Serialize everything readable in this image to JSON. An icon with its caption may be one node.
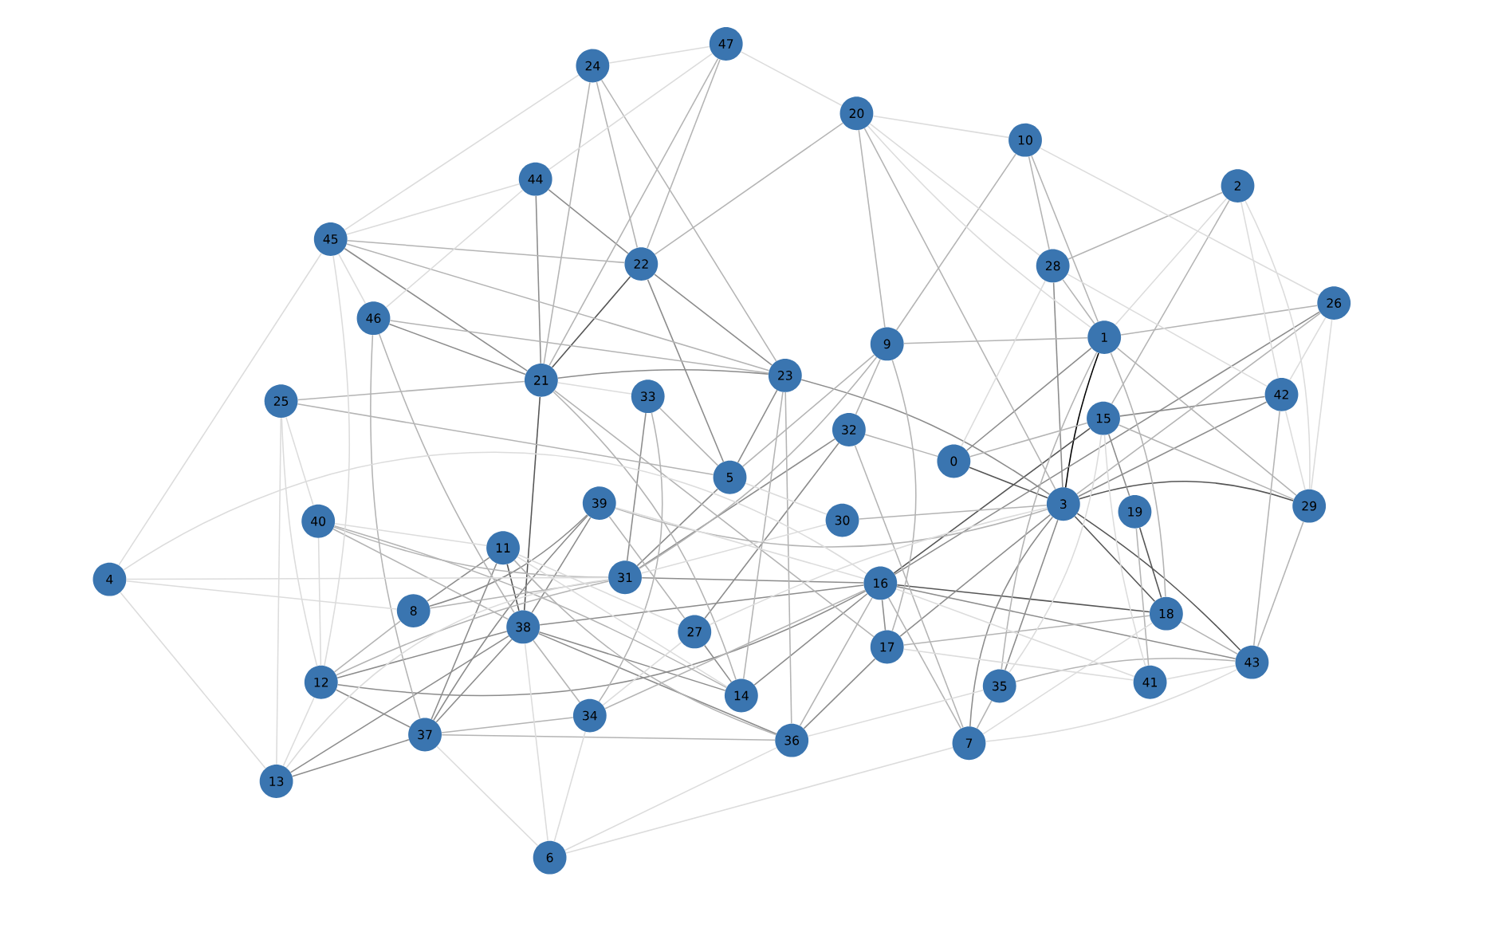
{
  "diagram": {
    "nodes": [
      {
        "text": [
          "0"
        ]
      },
      {
        "text": [
          "1"
        ]
      },
      {
        "text": [
          "2"
        ]
      },
      {
        "text": [
          "3"
        ]
      },
      {
        "text": [
          "4"
        ]
      },
      {
        "text": [
          "5"
        ]
      },
      {
        "text": [
          "6"
        ]
      },
      {
        "text": [
          "7"
        ]
      },
      {
        "text": [
          "8"
        ]
      },
      {
        "text": [
          "9"
        ]
      },
      {
        "text": [
          "10"
        ]
      },
      {
        "text": [
          "11"
        ]
      },
      {
        "text": [
          "12"
        ]
      },
      {
        "text": [
          "13"
        ]
      },
      {
        "text": [
          "14"
        ]
      },
      {
        "text": [
          "15"
        ]
      },
      {
        "text": [
          "16"
        ]
      },
      {
        "text": [
          "17"
        ]
      },
      {
        "text": [
          "18"
        ]
      },
      {
        "text": [
          "19"
        ]
      },
      {
        "text": [
          "20"
        ]
      },
      {
        "text": [
          "21"
        ]
      },
      {
        "text": [
          "22"
        ]
      },
      {
        "text": [
          "23"
        ]
      },
      {
        "text": [
          "24"
        ]
      },
      {
        "text": [
          "25"
        ]
      },
      {
        "text": [
          "26"
        ]
      },
      {
        "text": [
          "27"
        ]
      },
      {
        "text": [
          "28"
        ]
      },
      {
        "text": [
          "29"
        ]
      },
      {
        "text": [
          "30"
        ]
      },
      {
        "text": [
          "31"
        ]
      },
      {
        "text": [
          "32"
        ]
      },
      {
        "text": [
          "33"
        ]
      },
      {
        "text": [
          "34"
        ]
      },
      {
        "text": [
          "35"
        ]
      },
      {
        "text": [
          "36"
        ]
      },
      {
        "text": [
          "37"
        ]
      },
      {
        "text": [
          "38"
        ]
      },
      {
        "text": [
          "39"
        ]
      },
      {
        "text": [
          "40"
        ]
      },
      {
        "text": [
          "41"
        ]
      },
      {
        "text": [
          "42"
        ]
      },
      {
        "text": [
          "43"
        ]
      },
      {
        "text": [
          "44"
        ]
      },
      {
        "text": [
          "45"
        ]
      },
      {
        "text": [
          "46"
        ]
      },
      {
        "text": [
          "47"
        ]
      }
    ],
    "edges": [
      {
        "from": 1,
        "to": 3,
        "arrow": "none",
        "color": "#000000"
      },
      {
        "from": 3,
        "to": 29,
        "arrow": "none",
        "color": "#555555"
      },
      {
        "from": 0,
        "to": 3,
        "arrow": "none",
        "color": "#555555"
      },
      {
        "from": 16,
        "to": 18,
        "arrow": "none",
        "color": "#555555"
      },
      {
        "from": 15,
        "to": 16,
        "arrow": "none",
        "color": "#555555"
      },
      {
        "from": 3,
        "to": 18,
        "arrow": "none",
        "color": "#555555"
      },
      {
        "from": 21,
        "to": 22,
        "arrow": "none",
        "color": "#555555"
      },
      {
        "from": 21,
        "to": 38,
        "arrow": "none",
        "color": "#555555"
      },
      {
        "from": 11,
        "to": 38,
        "arrow": "none",
        "color": "#555555"
      },
      {
        "from": 3,
        "to": 43,
        "arrow": "none",
        "color": "#555555"
      },
      {
        "from": 19,
        "to": 18,
        "arrow": "none",
        "color": "#555555"
      },
      {
        "from": 22,
        "to": 23,
        "arrow": "none",
        "color": "#8c8c8c"
      },
      {
        "from": 21,
        "to": 23,
        "arrow": "none",
        "color": "#8c8c8c"
      },
      {
        "from": 23,
        "to": 3,
        "arrow": "none",
        "color": "#8c8c8c"
      },
      {
        "from": 44,
        "to": 22,
        "arrow": "none",
        "color": "#8c8c8c"
      },
      {
        "from": 46,
        "to": 21,
        "arrow": "none",
        "color": "#8c8c8c"
      },
      {
        "from": 45,
        "to": 21,
        "arrow": "none",
        "color": "#8c8c8c"
      },
      {
        "from": 12,
        "to": 38,
        "arrow": "none",
        "color": "#8c8c8c"
      },
      {
        "from": 37,
        "to": 38,
        "arrow": "none",
        "color": "#8c8c8c"
      },
      {
        "from": 37,
        "to": 11,
        "arrow": "none",
        "color": "#8c8c8c"
      },
      {
        "from": 8,
        "to": 39,
        "arrow": "none",
        "color": "#8c8c8c"
      },
      {
        "from": 37,
        "to": 39,
        "arrow": "none",
        "color": "#8c8c8c"
      },
      {
        "from": 38,
        "to": 39,
        "arrow": "none",
        "color": "#8c8c8c"
      },
      {
        "from": 31,
        "to": 5,
        "arrow": "none",
        "color": "#8c8c8c"
      },
      {
        "from": 31,
        "to": 32,
        "arrow": "none",
        "color": "#8c8c8c"
      },
      {
        "from": 31,
        "to": 16,
        "arrow": "none",
        "color": "#8c8c8c"
      },
      {
        "from": 16,
        "to": 26,
        "arrow": "none",
        "color": "#8c8c8c"
      },
      {
        "from": 14,
        "to": 38,
        "arrow": "none",
        "color": "#8c8c8c"
      },
      {
        "from": 36,
        "to": 38,
        "arrow": "none",
        "color": "#8c8c8c"
      },
      {
        "from": 16,
        "to": 17,
        "arrow": "none",
        "color": "#8c8c8c"
      },
      {
        "from": 17,
        "to": 3,
        "arrow": "none",
        "color": "#8c8c8c"
      },
      {
        "from": 7,
        "to": 3,
        "arrow": "none",
        "color": "#8c8c8c"
      },
      {
        "from": 35,
        "to": 3,
        "arrow": "none",
        "color": "#8c8c8c"
      },
      {
        "from": 14,
        "to": 16,
        "arrow": "none",
        "color": "#8c8c8c"
      },
      {
        "from": 36,
        "to": 17,
        "arrow": "none",
        "color": "#8c8c8c"
      },
      {
        "from": 27,
        "to": 32,
        "arrow": "none",
        "color": "#8c8c8c"
      },
      {
        "from": 12,
        "to": 16,
        "arrow": "none",
        "color": "#8c8c8c"
      },
      {
        "from": 28,
        "to": 3,
        "arrow": "none",
        "color": "#8c8c8c"
      },
      {
        "from": 1,
        "to": 0,
        "arrow": "none",
        "color": "#8c8c8c"
      },
      {
        "from": 15,
        "to": 42,
        "arrow": "none",
        "color": "#8c8c8c"
      },
      {
        "from": 15,
        "to": 19,
        "arrow": "none",
        "color": "#8c8c8c"
      },
      {
        "from": 3,
        "to": 42,
        "arrow": "none",
        "color": "#8c8c8c"
      },
      {
        "from": 16,
        "to": 43,
        "arrow": "none",
        "color": "#8c8c8c"
      },
      {
        "from": 8,
        "to": 11,
        "arrow": "none",
        "color": "#8c8c8c"
      },
      {
        "from": 13,
        "to": 37,
        "arrow": "none",
        "color": "#8c8c8c"
      },
      {
        "from": 38,
        "to": 16,
        "arrow": "none",
        "color": "#8c8c8c"
      },
      {
        "from": 33,
        "to": 31,
        "arrow": "none",
        "color": "#8c8c8c"
      },
      {
        "from": 27,
        "to": 14,
        "arrow": "none",
        "color": "#8c8c8c"
      },
      {
        "from": 5,
        "to": 23,
        "arrow": "none",
        "color": "#8c8c8c"
      },
      {
        "from": 22,
        "to": 5,
        "arrow": "none",
        "color": "#8c8c8c"
      },
      {
        "from": 44,
        "to": 21,
        "arrow": "none",
        "color": "#8c8c8c"
      },
      {
        "from": 37,
        "to": 12,
        "arrow": "none",
        "color": "#8c8c8c"
      },
      {
        "from": 13,
        "to": 38,
        "arrow": "none",
        "color": "#8c8c8c"
      },
      {
        "from": 45,
        "to": 22,
        "arrow": "none",
        "color": "#b4b4b4"
      },
      {
        "from": 45,
        "to": 23,
        "arrow": "none",
        "color": "#b4b4b4"
      },
      {
        "from": 46,
        "to": 23,
        "arrow": "none",
        "color": "#b4b4b4"
      },
      {
        "from": 25,
        "to": 21,
        "arrow": "none",
        "color": "#b4b4b4"
      },
      {
        "from": 24,
        "to": 21,
        "arrow": "none",
        "color": "#b4b4b4"
      },
      {
        "from": 24,
        "to": 22,
        "arrow": "none",
        "color": "#b4b4b4"
      },
      {
        "from": 24,
        "to": 23,
        "arrow": "none",
        "color": "#b4b4b4"
      },
      {
        "from": 47,
        "to": 22,
        "arrow": "none",
        "color": "#b4b4b4"
      },
      {
        "from": 47,
        "to": 21,
        "arrow": "none",
        "color": "#b4b4b4"
      },
      {
        "from": 20,
        "to": 22,
        "arrow": "none",
        "color": "#b4b4b4"
      },
      {
        "from": 20,
        "to": 9,
        "arrow": "none",
        "color": "#b4b4b4"
      },
      {
        "from": 20,
        "to": 3,
        "arrow": "none",
        "color": "#b4b4b4"
      },
      {
        "from": 10,
        "to": 9,
        "arrow": "none",
        "color": "#b4b4b4"
      },
      {
        "from": 10,
        "to": 28,
        "arrow": "none",
        "color": "#b4b4b4"
      },
      {
        "from": 10,
        "to": 1,
        "arrow": "none",
        "color": "#b4b4b4"
      },
      {
        "from": 2,
        "to": 15,
        "arrow": "none",
        "color": "#b4b4b4"
      },
      {
        "from": 2,
        "to": 28,
        "arrow": "none",
        "color": "#b4b4b4"
      },
      {
        "from": 26,
        "to": 1,
        "arrow": "none",
        "color": "#b4b4b4"
      },
      {
        "from": 26,
        "to": 3,
        "arrow": "none",
        "color": "#b4b4b4"
      },
      {
        "from": 28,
        "to": 1,
        "arrow": "none",
        "color": "#b4b4b4"
      },
      {
        "from": 9,
        "to": 1,
        "arrow": "none",
        "color": "#b4b4b4"
      },
      {
        "from": 9,
        "to": 5,
        "arrow": "none",
        "color": "#b4b4b4"
      },
      {
        "from": 9,
        "to": 31,
        "arrow": "none",
        "color": "#b4b4b4"
      },
      {
        "from": 9,
        "to": 17,
        "arrow": "none",
        "color": "#b4b4b4"
      },
      {
        "from": 0,
        "to": 15,
        "arrow": "none",
        "color": "#b4b4b4"
      },
      {
        "from": 40,
        "to": 38,
        "arrow": "none",
        "color": "#b4b4b4"
      },
      {
        "from": 40,
        "to": 31,
        "arrow": "none",
        "color": "#b4b4b4"
      },
      {
        "from": 40,
        "to": 14,
        "arrow": "none",
        "color": "#b4b4b4"
      },
      {
        "from": 25,
        "to": 5,
        "arrow": "none",
        "color": "#b4b4b4"
      },
      {
        "from": 46,
        "to": 37,
        "arrow": "none",
        "color": "#b4b4b4"
      },
      {
        "from": 46,
        "to": 38,
        "arrow": "none",
        "color": "#b4b4b4"
      },
      {
        "from": 11,
        "to": 36,
        "arrow": "none",
        "color": "#b4b4b4"
      },
      {
        "from": 39,
        "to": 27,
        "arrow": "none",
        "color": "#b4b4b4"
      },
      {
        "from": 39,
        "to": 3,
        "arrow": "none",
        "color": "#b4b4b4"
      },
      {
        "from": 8,
        "to": 31,
        "arrow": "none",
        "color": "#b4b4b4"
      },
      {
        "from": 12,
        "to": 31,
        "arrow": "none",
        "color": "#b4b4b4"
      },
      {
        "from": 34,
        "to": 38,
        "arrow": "none",
        "color": "#b4b4b4"
      },
      {
        "from": 34,
        "to": 33,
        "arrow": "none",
        "color": "#b4b4b4"
      },
      {
        "from": 34,
        "to": 16,
        "arrow": "none",
        "color": "#b4b4b4"
      },
      {
        "from": 37,
        "to": 36,
        "arrow": "none",
        "color": "#b4b4b4"
      },
      {
        "from": 37,
        "to": 34,
        "arrow": "none",
        "color": "#b4b4b4"
      },
      {
        "from": 36,
        "to": 16,
        "arrow": "none",
        "color": "#b4b4b4"
      },
      {
        "from": 7,
        "to": 35,
        "arrow": "none",
        "color": "#b4b4b4"
      },
      {
        "from": 7,
        "to": 16,
        "arrow": "none",
        "color": "#b4b4b4"
      },
      {
        "from": 35,
        "to": 43,
        "arrow": "none",
        "color": "#b4b4b4"
      },
      {
        "from": 41,
        "to": 19,
        "arrow": "none",
        "color": "#b4b4b4"
      },
      {
        "from": 18,
        "to": 43,
        "arrow": "none",
        "color": "#b4b4b4"
      },
      {
        "from": 42,
        "to": 43,
        "arrow": "none",
        "color": "#b4b4b4"
      },
      {
        "from": 29,
        "to": 43,
        "arrow": "none",
        "color": "#b4b4b4"
      },
      {
        "from": 29,
        "to": 15,
        "arrow": "none",
        "color": "#b4b4b4"
      },
      {
        "from": 29,
        "to": 1,
        "arrow": "none",
        "color": "#b4b4b4"
      },
      {
        "from": 30,
        "to": 3,
        "arrow": "none",
        "color": "#b4b4b4"
      },
      {
        "from": 32,
        "to": 0,
        "arrow": "none",
        "color": "#b4b4b4"
      },
      {
        "from": 32,
        "to": 9,
        "arrow": "none",
        "color": "#b4b4b4"
      },
      {
        "from": 32,
        "to": 7,
        "arrow": "none",
        "color": "#b4b4b4"
      },
      {
        "from": 33,
        "to": 5,
        "arrow": "none",
        "color": "#b4b4b4"
      },
      {
        "from": 23,
        "to": 36,
        "arrow": "none",
        "color": "#b4b4b4"
      },
      {
        "from": 23,
        "to": 14,
        "arrow": "none",
        "color": "#b4b4b4"
      },
      {
        "from": 17,
        "to": 18,
        "arrow": "none",
        "color": "#b4b4b4"
      },
      {
        "from": 35,
        "to": 1,
        "arrow": "none",
        "color": "#b4b4b4"
      },
      {
        "from": 12,
        "to": 8,
        "arrow": "none",
        "color": "#b4b4b4"
      },
      {
        "from": 21,
        "to": 17,
        "arrow": "none",
        "color": "#b4b4b4"
      },
      {
        "from": 1,
        "to": 18,
        "arrow": "none",
        "color": "#b4b4b4"
      },
      {
        "from": 21,
        "to": 14,
        "arrow": "none",
        "color": "#b4b4b4"
      },
      {
        "from": 40,
        "to": 11,
        "arrow": "none"
      },
      {
        "from": 4,
        "to": 31,
        "arrow": "none"
      },
      {
        "from": 4,
        "to": 8,
        "arrow": "none"
      },
      {
        "from": 4,
        "to": 13,
        "arrow": "none"
      },
      {
        "from": 4,
        "to": 16,
        "arrow": "none"
      },
      {
        "from": 4,
        "to": 45,
        "arrow": "none"
      },
      {
        "from": 25,
        "to": 13,
        "arrow": "none"
      },
      {
        "from": 25,
        "to": 12,
        "arrow": "none"
      },
      {
        "from": 45,
        "to": 12,
        "arrow": "none"
      },
      {
        "from": 11,
        "to": 14,
        "arrow": "none"
      },
      {
        "from": 11,
        "to": 27,
        "arrow": "none"
      },
      {
        "from": 39,
        "to": 16,
        "arrow": "none"
      },
      {
        "from": 34,
        "to": 27,
        "arrow": "none"
      },
      {
        "from": 6,
        "to": 34,
        "arrow": "none"
      },
      {
        "from": 6,
        "to": 38,
        "arrow": "none"
      },
      {
        "from": 6,
        "to": 36,
        "arrow": "none"
      },
      {
        "from": 6,
        "to": 37,
        "arrow": "none"
      },
      {
        "from": 6,
        "to": 7,
        "arrow": "none"
      },
      {
        "from": 13,
        "to": 12,
        "arrow": "none"
      },
      {
        "from": 13,
        "to": 31,
        "arrow": "none"
      },
      {
        "from": 36,
        "to": 35,
        "arrow": "none"
      },
      {
        "from": 7,
        "to": 18,
        "arrow": "none"
      },
      {
        "from": 7,
        "to": 43,
        "arrow": "none"
      },
      {
        "from": 41,
        "to": 43,
        "arrow": "none"
      },
      {
        "from": 41,
        "to": 16,
        "arrow": "none"
      },
      {
        "from": 42,
        "to": 29,
        "arrow": "none"
      },
      {
        "from": 29,
        "to": 26,
        "arrow": "none"
      },
      {
        "from": 2,
        "to": 1,
        "arrow": "none"
      },
      {
        "from": 2,
        "to": 29,
        "arrow": "none"
      },
      {
        "from": 26,
        "to": 42,
        "arrow": "none"
      },
      {
        "from": 28,
        "to": 0,
        "arrow": "none"
      },
      {
        "from": 30,
        "to": 31,
        "arrow": "none"
      },
      {
        "from": 30,
        "to": 5,
        "arrow": "none"
      },
      {
        "from": 33,
        "to": 21,
        "arrow": "none"
      },
      {
        "from": 17,
        "to": 41,
        "arrow": "none"
      },
      {
        "from": 35,
        "to": 15,
        "arrow": "none"
      },
      {
        "from": 27,
        "to": 3,
        "arrow": "none"
      },
      {
        "from": 44,
        "to": 45,
        "arrow": "none"
      },
      {
        "from": 45,
        "to": 46,
        "arrow": "none"
      },
      {
        "from": 24,
        "to": 45,
        "arrow": "none"
      },
      {
        "from": 47,
        "to": 24,
        "arrow": "none"
      },
      {
        "from": 20,
        "to": 10,
        "arrow": "none"
      },
      {
        "from": 20,
        "to": 28,
        "arrow": "none"
      },
      {
        "from": 47,
        "to": 44,
        "arrow": "none"
      },
      {
        "from": 46,
        "to": 44,
        "arrow": "none"
      },
      {
        "from": 47,
        "to": 20,
        "arrow": "none"
      },
      {
        "from": 41,
        "to": 15,
        "arrow": "none"
      },
      {
        "from": 40,
        "to": 12,
        "arrow": "none"
      },
      {
        "from": 25,
        "to": 40,
        "arrow": "none"
      },
      {
        "from": 10,
        "to": 26,
        "arrow": "none"
      },
      {
        "from": 2,
        "to": 42,
        "arrow": "none"
      },
      {
        "from": 28,
        "to": 42,
        "arrow": "none"
      },
      {
        "from": 20,
        "to": 1,
        "arrow": "none"
      }
    ]
  }
}
